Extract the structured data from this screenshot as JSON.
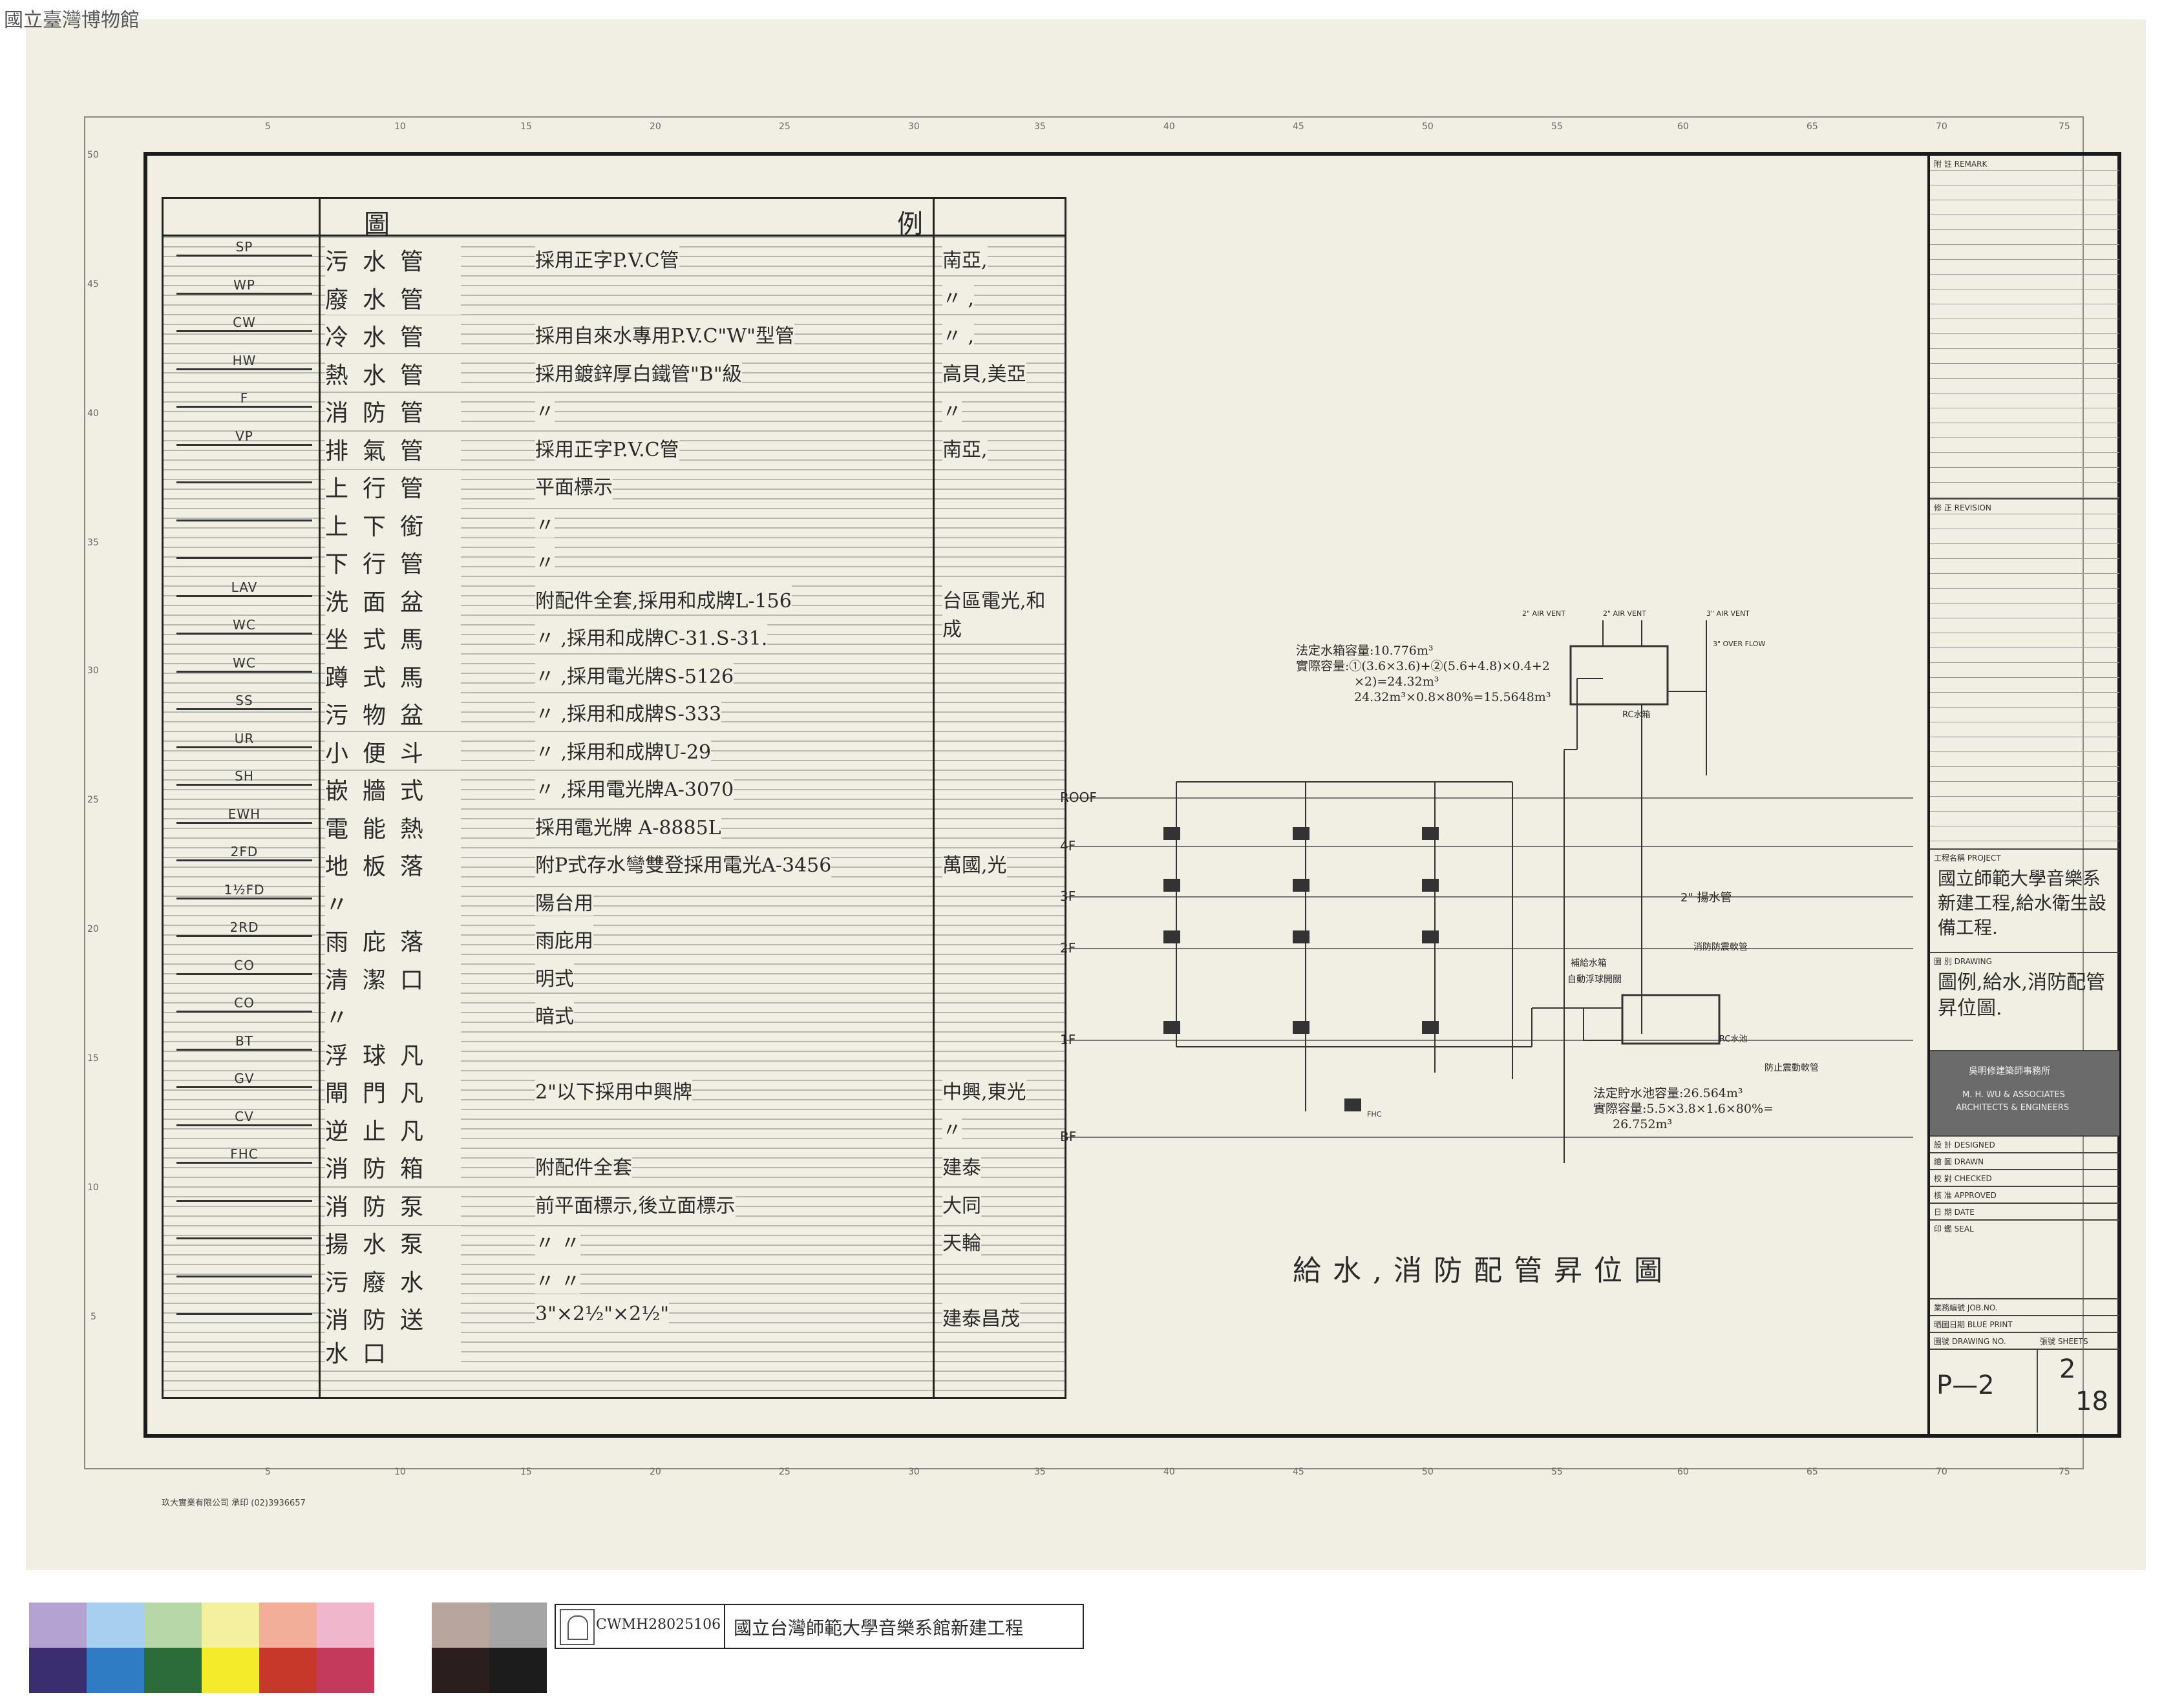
{
  "museum_watermark": "國立臺灣博物館",
  "legend": {
    "header_left": "圖",
    "header_right": "例",
    "rows": [
      {
        "code": "SP",
        "name": "污水管",
        "desc": "採用正字P.V.C管",
        "brand": "南亞,"
      },
      {
        "code": "WP",
        "name": "廢水管",
        "desc": "",
        "brand": "〃  ,"
      },
      {
        "code": "CW",
        "name": "冷水管",
        "desc": "採用自來水專用P.V.C\"W\"型管",
        "brand": "〃  ,"
      },
      {
        "code": "HW",
        "name": "熱水管",
        "desc": "採用鍍鋅厚白鐵管\"B\"級",
        "brand": "高貝,美亞"
      },
      {
        "code": "F",
        "name": "消防管",
        "desc": "〃",
        "brand": "〃"
      },
      {
        "code": "VP",
        "name": "排氣管",
        "desc": "採用正字P.V.C管",
        "brand": "南亞,"
      },
      {
        "code": "",
        "name": "上行管",
        "desc": "平面標示",
        "brand": ""
      },
      {
        "code": "",
        "name": "上下銜接管",
        "desc": "〃",
        "brand": ""
      },
      {
        "code": "",
        "name": "下行管",
        "desc": "〃",
        "brand": ""
      },
      {
        "code": "LAV",
        "name": "洗面盆",
        "desc": "附配件全套,採用和成牌L-156",
        "brand": "台區電光,和成"
      },
      {
        "code": "WC",
        "name": "坐式馬桶",
        "desc": "〃        ,採用和成牌C-31.S-31.",
        "brand": ""
      },
      {
        "code": "WC",
        "name": "蹲式馬桶",
        "desc": "〃        ,採用電光牌S-5126",
        "brand": ""
      },
      {
        "code": "SS",
        "name": "污物盆",
        "desc": "〃        ,採用和成牌S-333",
        "brand": ""
      },
      {
        "code": "UR",
        "name": "小便斗",
        "desc": "〃        ,採用和成牌U-29",
        "brand": ""
      },
      {
        "code": "SH",
        "name": "嵌牆式淋浴設備",
        "desc": "〃        ,採用電光牌A-3070",
        "brand": ""
      },
      {
        "code": "EWH",
        "name": "電能熱水器",
        "desc": "採用電光牌 A-8885L",
        "brand": ""
      },
      {
        "code": "2FD",
        "name": "地板落水頭",
        "desc": "附P式存水彎雙登採用電光A-3456",
        "brand": "萬國,光"
      },
      {
        "code": "1½FD",
        "name": "〃",
        "desc": "陽台用",
        "brand": ""
      },
      {
        "code": "2RD",
        "name": "雨庇落水頭",
        "desc": "雨庇用",
        "brand": ""
      },
      {
        "code": "CO",
        "name": "清潔口",
        "desc": "明式",
        "brand": ""
      },
      {
        "code": "CO",
        "name": "〃",
        "desc": "暗式",
        "brand": ""
      },
      {
        "code": "BT",
        "name": "浮球凡而",
        "desc": "",
        "brand": ""
      },
      {
        "code": "GV",
        "name": "閘門凡而",
        "desc": "2\"以下採用中興牌",
        "brand": "中興,東光"
      },
      {
        "code": "CV",
        "name": "逆止凡而",
        "desc": "",
        "brand": "〃"
      },
      {
        "code": "FHC",
        "name": "消防箱",
        "desc": "附配件全套",
        "brand": "建泰"
      },
      {
        "code": "",
        "name": "消防泵",
        "desc": "前平面標示,後立面標示",
        "brand": "大同"
      },
      {
        "code": "",
        "name": "揚水泵",
        "desc": "〃     〃",
        "brand": "天輪"
      },
      {
        "code": "",
        "name": "污廢水泵",
        "desc": "〃     〃",
        "brand": ""
      },
      {
        "code": "",
        "name": "消防送水口",
        "desc": "3\"×2½\"×2½\"",
        "brand": "建泰昌茂"
      }
    ]
  },
  "diagram": {
    "title": "給水,消防配管昇位圖",
    "floors": [
      "ROOF",
      "4F",
      "3F",
      "2F",
      "1F",
      "BF"
    ],
    "notes_top": [
      "法定水箱容量:10.776m³",
      "實際容量:①(3.6×3.6)+②(5.6+4.8)×0.4+2",
      "×2)=24.32m³",
      "24.32m³×0.8×80%=15.5648m³"
    ],
    "notes_bottom": [
      "法定貯水池容量:26.564m³",
      "實際容量:5.5×3.8×1.6×80%=",
      "26.752m³"
    ],
    "labels": [
      "2\" AIR VENT",
      "2\" AIR VENT",
      "3\" AIR VENT",
      "3\" OVER FLOW",
      "RC水箱",
      "2\" 揚水管",
      "消防防震軟管",
      "補給水箱",
      "自動浮球開關",
      "RC水池",
      "防止震動軟管",
      "FHC"
    ]
  },
  "title_block": {
    "remark": "附 註  REMARK",
    "revision": "修 正  REVISION",
    "project_label": "工程名稱 PROJECT",
    "project": "國立師範大學音樂系新建工程,給水衛生設備工程.",
    "drawing_label": "圖 別  DRAWING",
    "drawing": "圖例,給水,消防配管昇位圖.",
    "firm_cn": "吳明修建築師事務所",
    "firm_en1": "M. H. WU & ASSOCIATES",
    "firm_en2": "ARCHITECTS & ENGINEERS",
    "designed": "設 計 DESIGNED",
    "drawn": "繪 圖 DRAWN",
    "checked": "校 對 CHECKED",
    "approved": "核 准 APPROVED",
    "date": "日 期 DATE",
    "seal": "印 鑑 SEAL",
    "job_no": "業務編號 JOB.NO.",
    "blue_print": "晒圖日期 BLUE PRINT",
    "drawing_no_label": "圖號 DRAWING NO.",
    "sheets_label": "張號 SHEETS",
    "drawing_no": "P—2",
    "sheet_num": "2",
    "sheet_total": "18"
  },
  "printer_note": "玖大實業有限公司 承印 (02)3936657",
  "catalog": {
    "id": "CWMH28025106",
    "title": "國立台灣師範大學音樂系館新建工程"
  },
  "colors": {
    "paper": "#f1eee4",
    "ink": "#222222",
    "swatches_top": [
      "#b4a3d2",
      "#a9cff0",
      "#b8d7a8",
      "#f4f0a0",
      "#f2ae99",
      "#efb6cc",
      "#ffffff",
      "#b8a59e",
      "#a5a5a5"
    ],
    "swatches_bottom": [
      "#3a2e70",
      "#2f7cc4",
      "#2c6b3a",
      "#f4ec2a",
      "#c8382a",
      "#c43a5c",
      "#ffffff",
      "#2b1e1e",
      "#1c1c1c"
    ]
  }
}
